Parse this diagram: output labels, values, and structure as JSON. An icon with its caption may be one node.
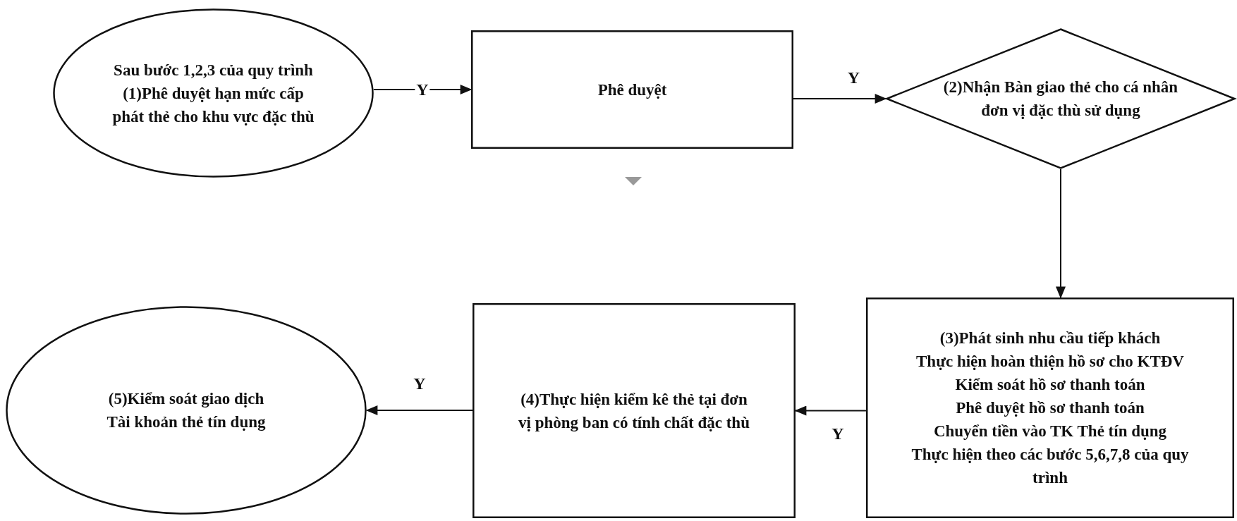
{
  "diagram": {
    "nodes": [
      {
        "text": [
          "Sau bước 1,2,3 của quy trình",
          "(1)Phê duyệt hạn mức cấp phát thẻ cho khu vực đặc thù"
        ]
      },
      {
        "text": [
          "Phê duyệt"
        ]
      },
      {
        "text": [
          "(2)Nhận Bàn giao thẻ cho cá nhân đơn vị đặc thù sử dụng"
        ]
      },
      {
        "text": [
          "(3)Phát sinh nhu cầu tiếp khách",
          "Thực hiện hoàn thiện hồ sơ cho KTĐV",
          "Kiểm soát hồ sơ thanh toán",
          "Phê duyệt hồ sơ thanh toán",
          "Chuyển tiền vào TK Thẻ tín dụng",
          "Thực hiện theo các bước 5,6,7,8 của quy trình"
        ]
      },
      {
        "text": [
          "(4)Thực hiện kiểm kê thẻ tại đơn vị phòng ban có tính chất đặc thù"
        ]
      },
      {
        "text": [
          "(5)Kiểm soát giao dịch Tài khoản thẻ tín dụng"
        ]
      }
    ],
    "edges": [
      {
        "from": 0,
        "to": 1,
        "arrow": "to",
        "label": "Y"
      },
      {
        "from": 1,
        "to": 2,
        "arrow": "to",
        "label": "Y"
      },
      {
        "from": 2,
        "to": 3,
        "arrow": "to"
      },
      {
        "from": 3,
        "to": 4,
        "arrow": "to",
        "label": "Y"
      },
      {
        "from": 4,
        "to": 5,
        "arrow": "to",
        "label": "Y"
      }
    ]
  }
}
